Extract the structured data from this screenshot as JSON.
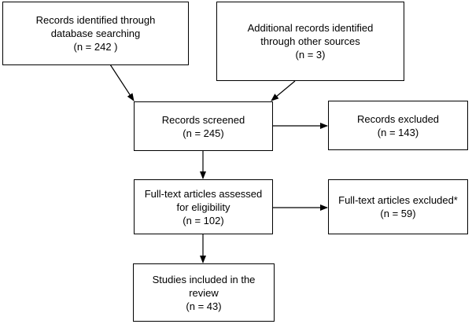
{
  "boxes": {
    "identified": {
      "lines": [
        "Records identified through",
        "database searching",
        "(n = 242 )"
      ]
    },
    "additional": {
      "lines": [
        "Additional records identified",
        "through other sources",
        "(n = 3)"
      ]
    },
    "screened": {
      "lines": [
        "Records screened",
        "(n = 245)"
      ]
    },
    "excluded": {
      "lines": [
        "Records excluded",
        "(n = 143)"
      ]
    },
    "fulltext": {
      "lines": [
        "Full-text articles assessed",
        "for eligibility",
        "(n = 102)"
      ]
    },
    "fulltext_excluded": {
      "lines": [
        "Full-text articles excluded*",
        "(n = 59)"
      ]
    },
    "included": {
      "lines": [
        "Studies included in the",
        "review",
        "(n = 43)"
      ]
    }
  },
  "colors": {
    "line": "#000000",
    "box_fill": "#ffffff"
  }
}
